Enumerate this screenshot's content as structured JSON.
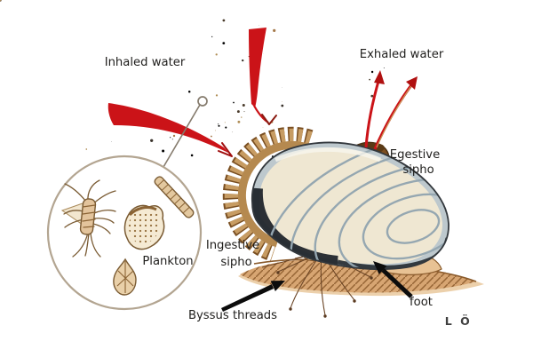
{
  "diagram": {
    "labels": {
      "inhaled_water": "Inhaled water",
      "exhaled_water": "Exhaled water",
      "egestive_sipho": {
        "line1": "Egestive",
        "line2": "sipho"
      },
      "ingestive_sipho": {
        "line1": "Ingestive",
        "line2": "sipho"
      },
      "plankton": "Plankton",
      "byssus_threads": "Byssus threads",
      "foot": "foot",
      "signature": "L Ö"
    },
    "colors": {
      "arrow_red": "#cb1318",
      "arrow_red_dark": "#a01010",
      "ink": "#1f1e1c",
      "shell_gray": "#bdc8cd",
      "shell_cream": "#efe7d2",
      "sediment_tan": "#d7a572",
      "fringe_tan": "#c79c63",
      "siphon_brown": "#7c4e20",
      "plankton_outline": "#7a5b33",
      "signature_gray": "#3f3f3f"
    }
  }
}
